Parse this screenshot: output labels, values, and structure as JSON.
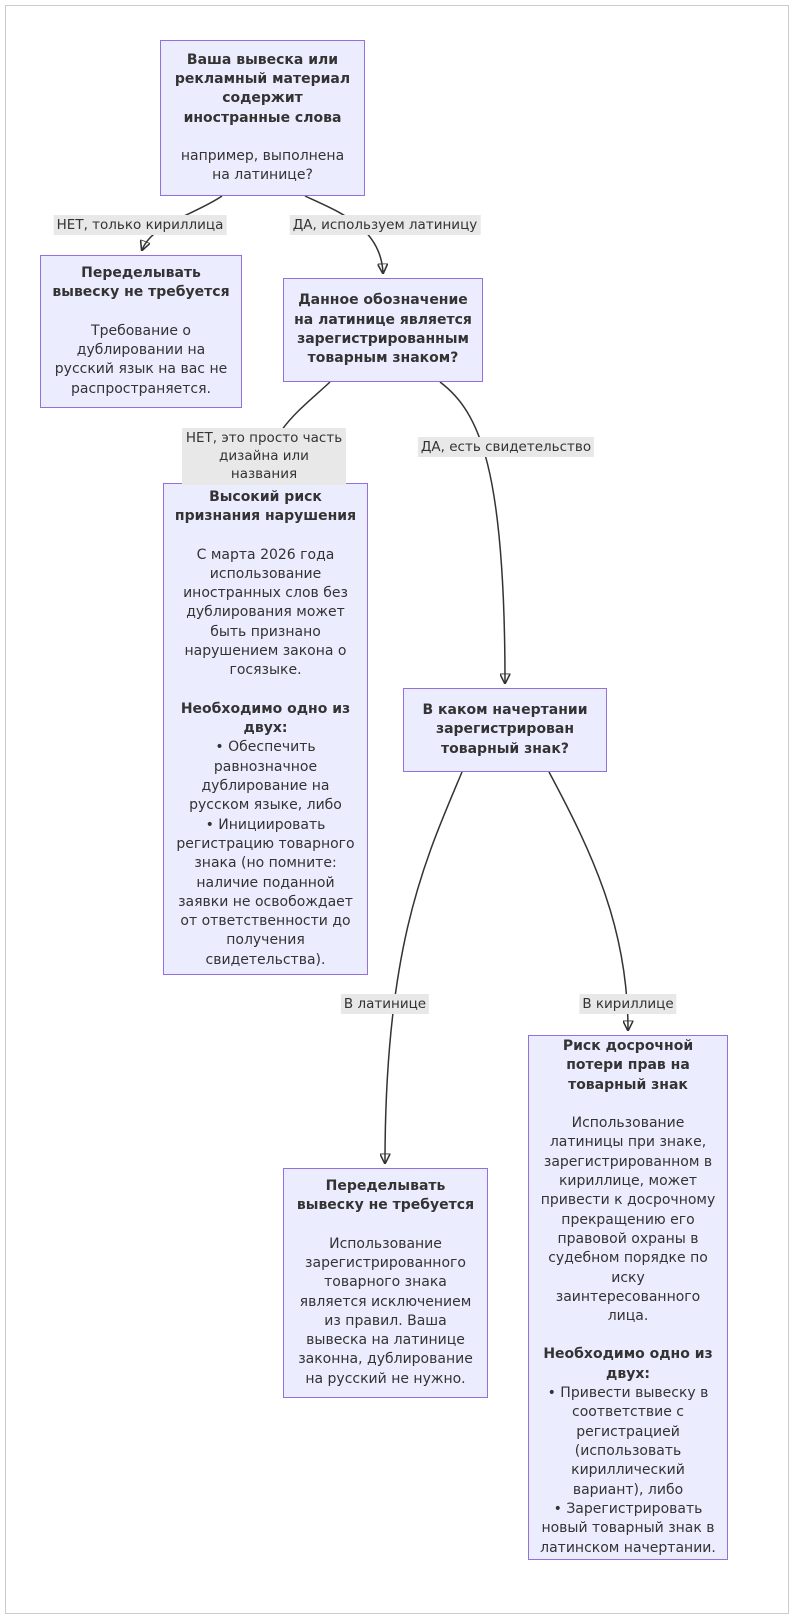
{
  "diagram": {
    "nodes": {
      "start": {
        "title": "Ваша вывеска или рекламный материал содержит иностранные слова",
        "body": "например, выполнена на латинице?"
      },
      "no_redo_cyrillic": {
        "title": "Переделывать вывеску не требуется",
        "body": "Требование о дублировании на русский язык на вас не распространяется."
      },
      "trademark_question": {
        "title": "Данное обозначение на латинице является зарегистрированным товарным знаком?"
      },
      "violation_risk": {
        "title": "Высокий риск признания нарушения",
        "intro": "С марта 2026 года использование иностранных слов без дублирования может быть признано нарушением закона о госязыке.",
        "need_title": "Необходимо одно из двух:",
        "options": "• Обеспечить равнозначное дублирование на русском языке, либо\n• Инициировать регистрацию товарного знака (но помните: наличие поданной заявки не освобождает от ответственности до получения свидетельства)."
      },
      "typeface_question": {
        "title": "В каком начертании зарегистрирован товарный знак?"
      },
      "no_redo_trademark": {
        "title": "Переделывать вывеску не требуется",
        "body": "Использование зарегистрированного товарного знака является исключением из правил. Ваша вывеска на латинице законна, дублирование на русский не нужно."
      },
      "loss_risk": {
        "title": "Риск досрочной потери прав на товарный знак",
        "intro": "Использование латиницы при знаке, зарегистрированном в кириллице, может привести к досрочному прекращению его правовой охраны в судебном порядке по иску заинтересованного лица.",
        "need_title": "Необходимо одно из двух:",
        "options": "• Привести вывеску в соответствие с регистрацией (использовать кириллический вариант), либо\n• Зарегистрировать новый товарный знак в латинском начертании."
      }
    },
    "edge_labels": {
      "no_only_cyrillic": "НЕТ, только кириллица",
      "yes_latin": "ДА, используем латиницу",
      "no_design": "НЕТ, это просто часть дизайна или названия",
      "yes_certificate": "ДА, есть свидетельство",
      "latin": "В латинице",
      "cyrillic": "В кириллице"
    },
    "colors": {
      "node_fill": "#ECECFF",
      "node_border": "#9370DB",
      "edge_label_bg": "#e8e8e8",
      "edge_line": "#333333",
      "text": "#333333"
    }
  }
}
